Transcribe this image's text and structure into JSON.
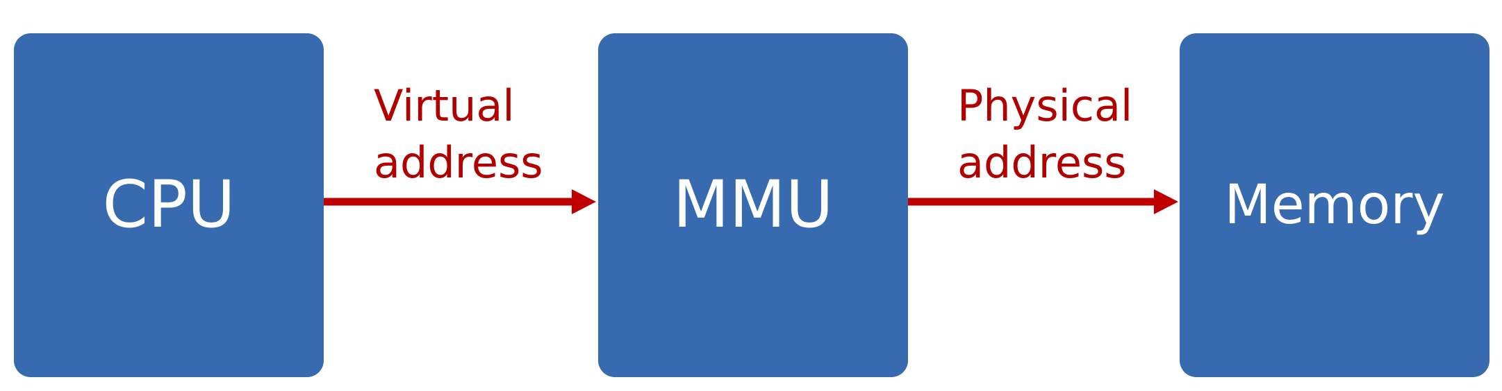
{
  "colors": {
    "block_fill": "#376AAE",
    "arrow": "#C00000",
    "label_text": "#B00000",
    "block_text": "#FFFFFF"
  },
  "blocks": {
    "cpu": "CPU",
    "mmu": "MMU",
    "memory": "Memory"
  },
  "edges": {
    "cpu_to_mmu": {
      "line1": "Virtual",
      "line2": "address"
    },
    "mmu_to_memory": {
      "line1": "Physical",
      "line2": "address"
    }
  }
}
